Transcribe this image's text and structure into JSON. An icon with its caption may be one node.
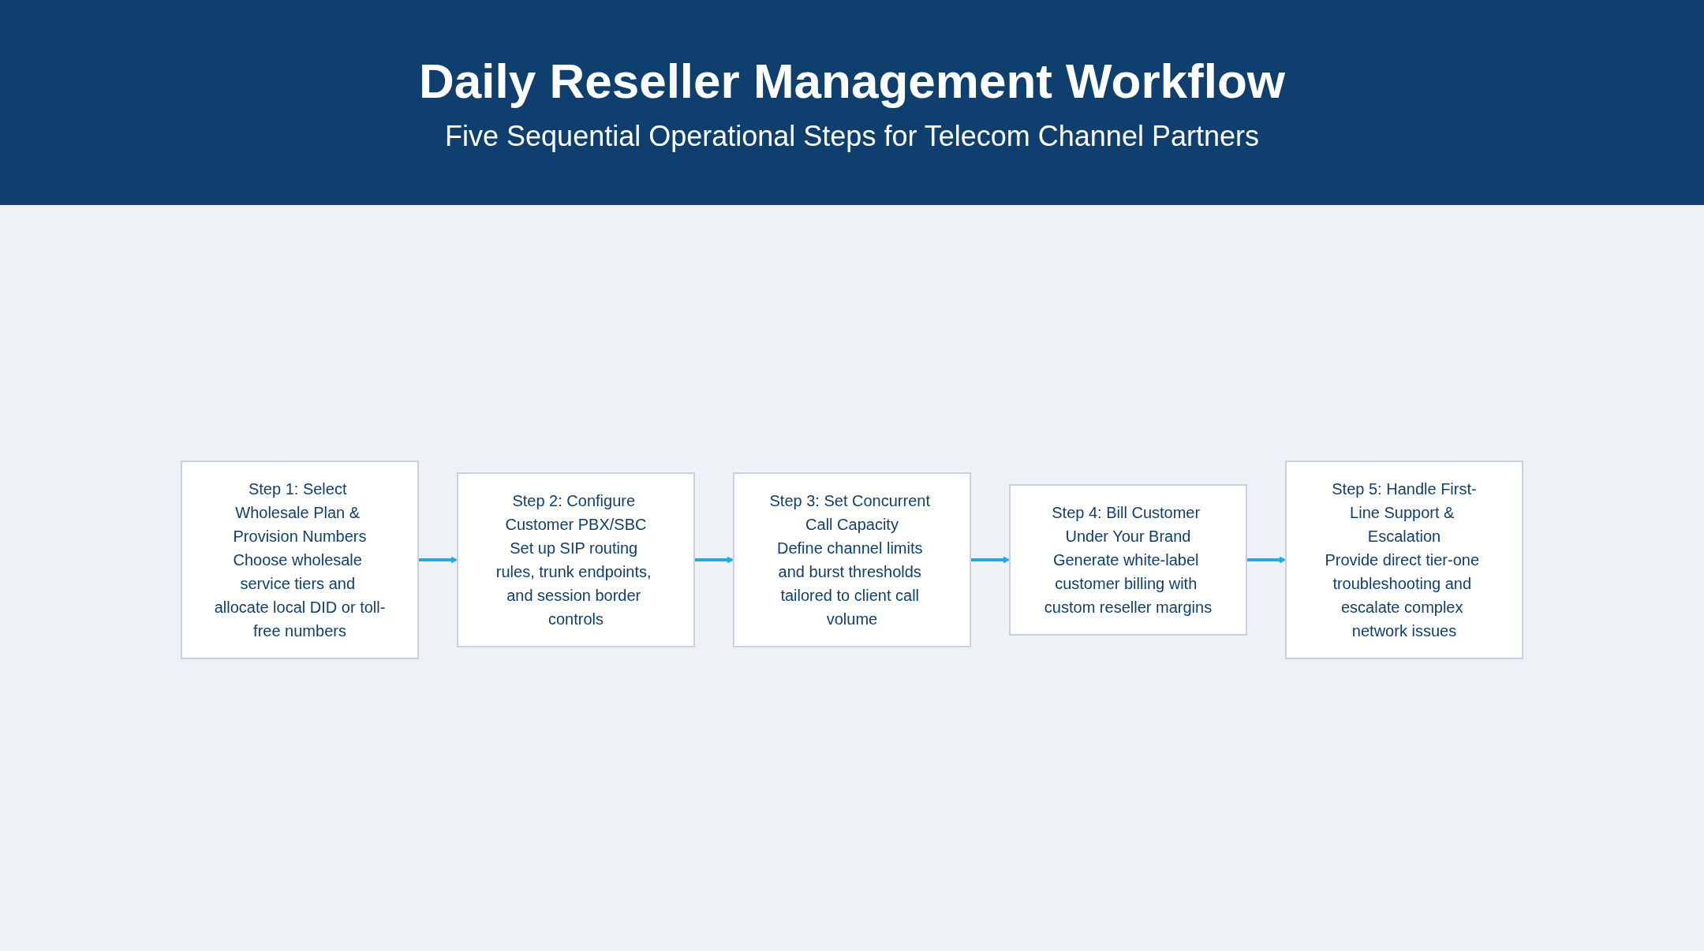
{
  "diagram": {
    "title": "Daily Reseller Management Workflow",
    "nodes": [
      {
        "text": [
          "Step 1: Select Wholesale Plan & Provision Numbers",
          "Choose wholesale service tiers and allocate local DID or toll-free numbers"
        ]
      },
      {
        "text": [
          "Step 2: Configure Customer PBX/SBC",
          "Set up SIP routing rules, trunk endpoints, and session border controls"
        ]
      },
      {
        "text": [
          "Step 3: Set Concurrent Call Capacity",
          "Define channel limits and burst thresholds tailored to client call volume"
        ]
      },
      {
        "text": [
          "Step 4: Bill Customer Under Your Brand",
          "Generate white-label customer billing with custom reseller margins"
        ]
      },
      {
        "text": [
          "Step 5: Handle First-Line Support & Escalation",
          "Provide direct tier-one troubleshooting and escalate complex network issues"
        ]
      }
    ],
    "edges": [
      {
        "from": 0,
        "to": 1,
        "arrow": "to"
      },
      {
        "from": 1,
        "to": 2,
        "arrow": "to"
      },
      {
        "from": 2,
        "to": 3,
        "arrow": "to"
      },
      {
        "from": 3,
        "to": 4,
        "arrow": "to"
      }
    ],
    "labels": [
      "Five Sequential Operational Steps for Telecom Channel Partners"
    ]
  }
}
